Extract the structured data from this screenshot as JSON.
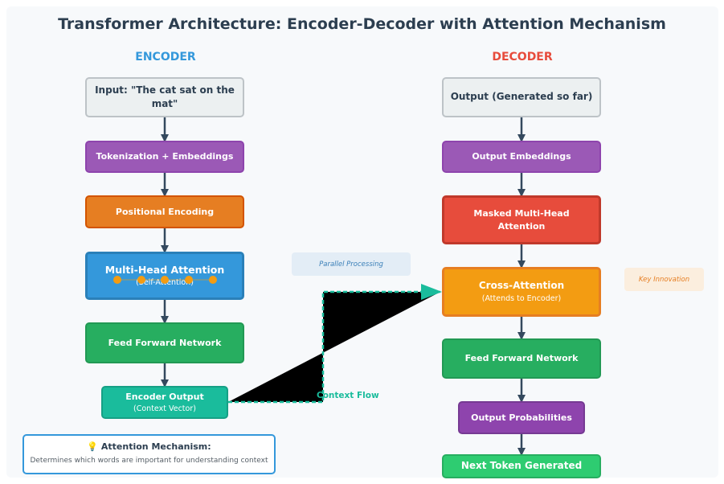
{
  "title": "Transformer Architecture: Encoder-Decoder with Attention Mechanism",
  "encoder": {
    "heading": "ENCODER",
    "input": "Input: \"The cat sat on the mat\"",
    "tokenization": "Tokenization + Embeddings",
    "positional": "Positional Encoding",
    "attention": "Multi-Head Attention",
    "attention_sub": "(Self-Attention)",
    "feed_forward": "Feed Forward Network",
    "output": "Encoder Output",
    "output_sub": "(Context Vector)"
  },
  "decoder": {
    "heading": "DECODER",
    "output": "Output (Generated so far)",
    "embeddings": "Output Embeddings",
    "masked": "Masked Multi-Head Attention",
    "cross": "Cross-Attention",
    "cross_sub": "(Attends to Encoder)",
    "feed_forward": "Feed Forward Network",
    "probabilities": "Output Probabilities",
    "next_token": "Next Token Generated"
  },
  "notes": {
    "parallel": "Parallel Processing",
    "innovation": "Key Innovation",
    "context_flow": "Context Flow"
  },
  "info": {
    "icon": "lightbulb-icon",
    "glyph": "💡",
    "title": "Attention Mechanism:",
    "description": "Determines which words are important for understanding context"
  },
  "colors": {
    "encoder_heading": "#3498db",
    "decoder_heading": "#e74c3c",
    "arrow": "#34495e",
    "context_flow": "#1abc9c",
    "attention_dot": "#f39c12"
  }
}
